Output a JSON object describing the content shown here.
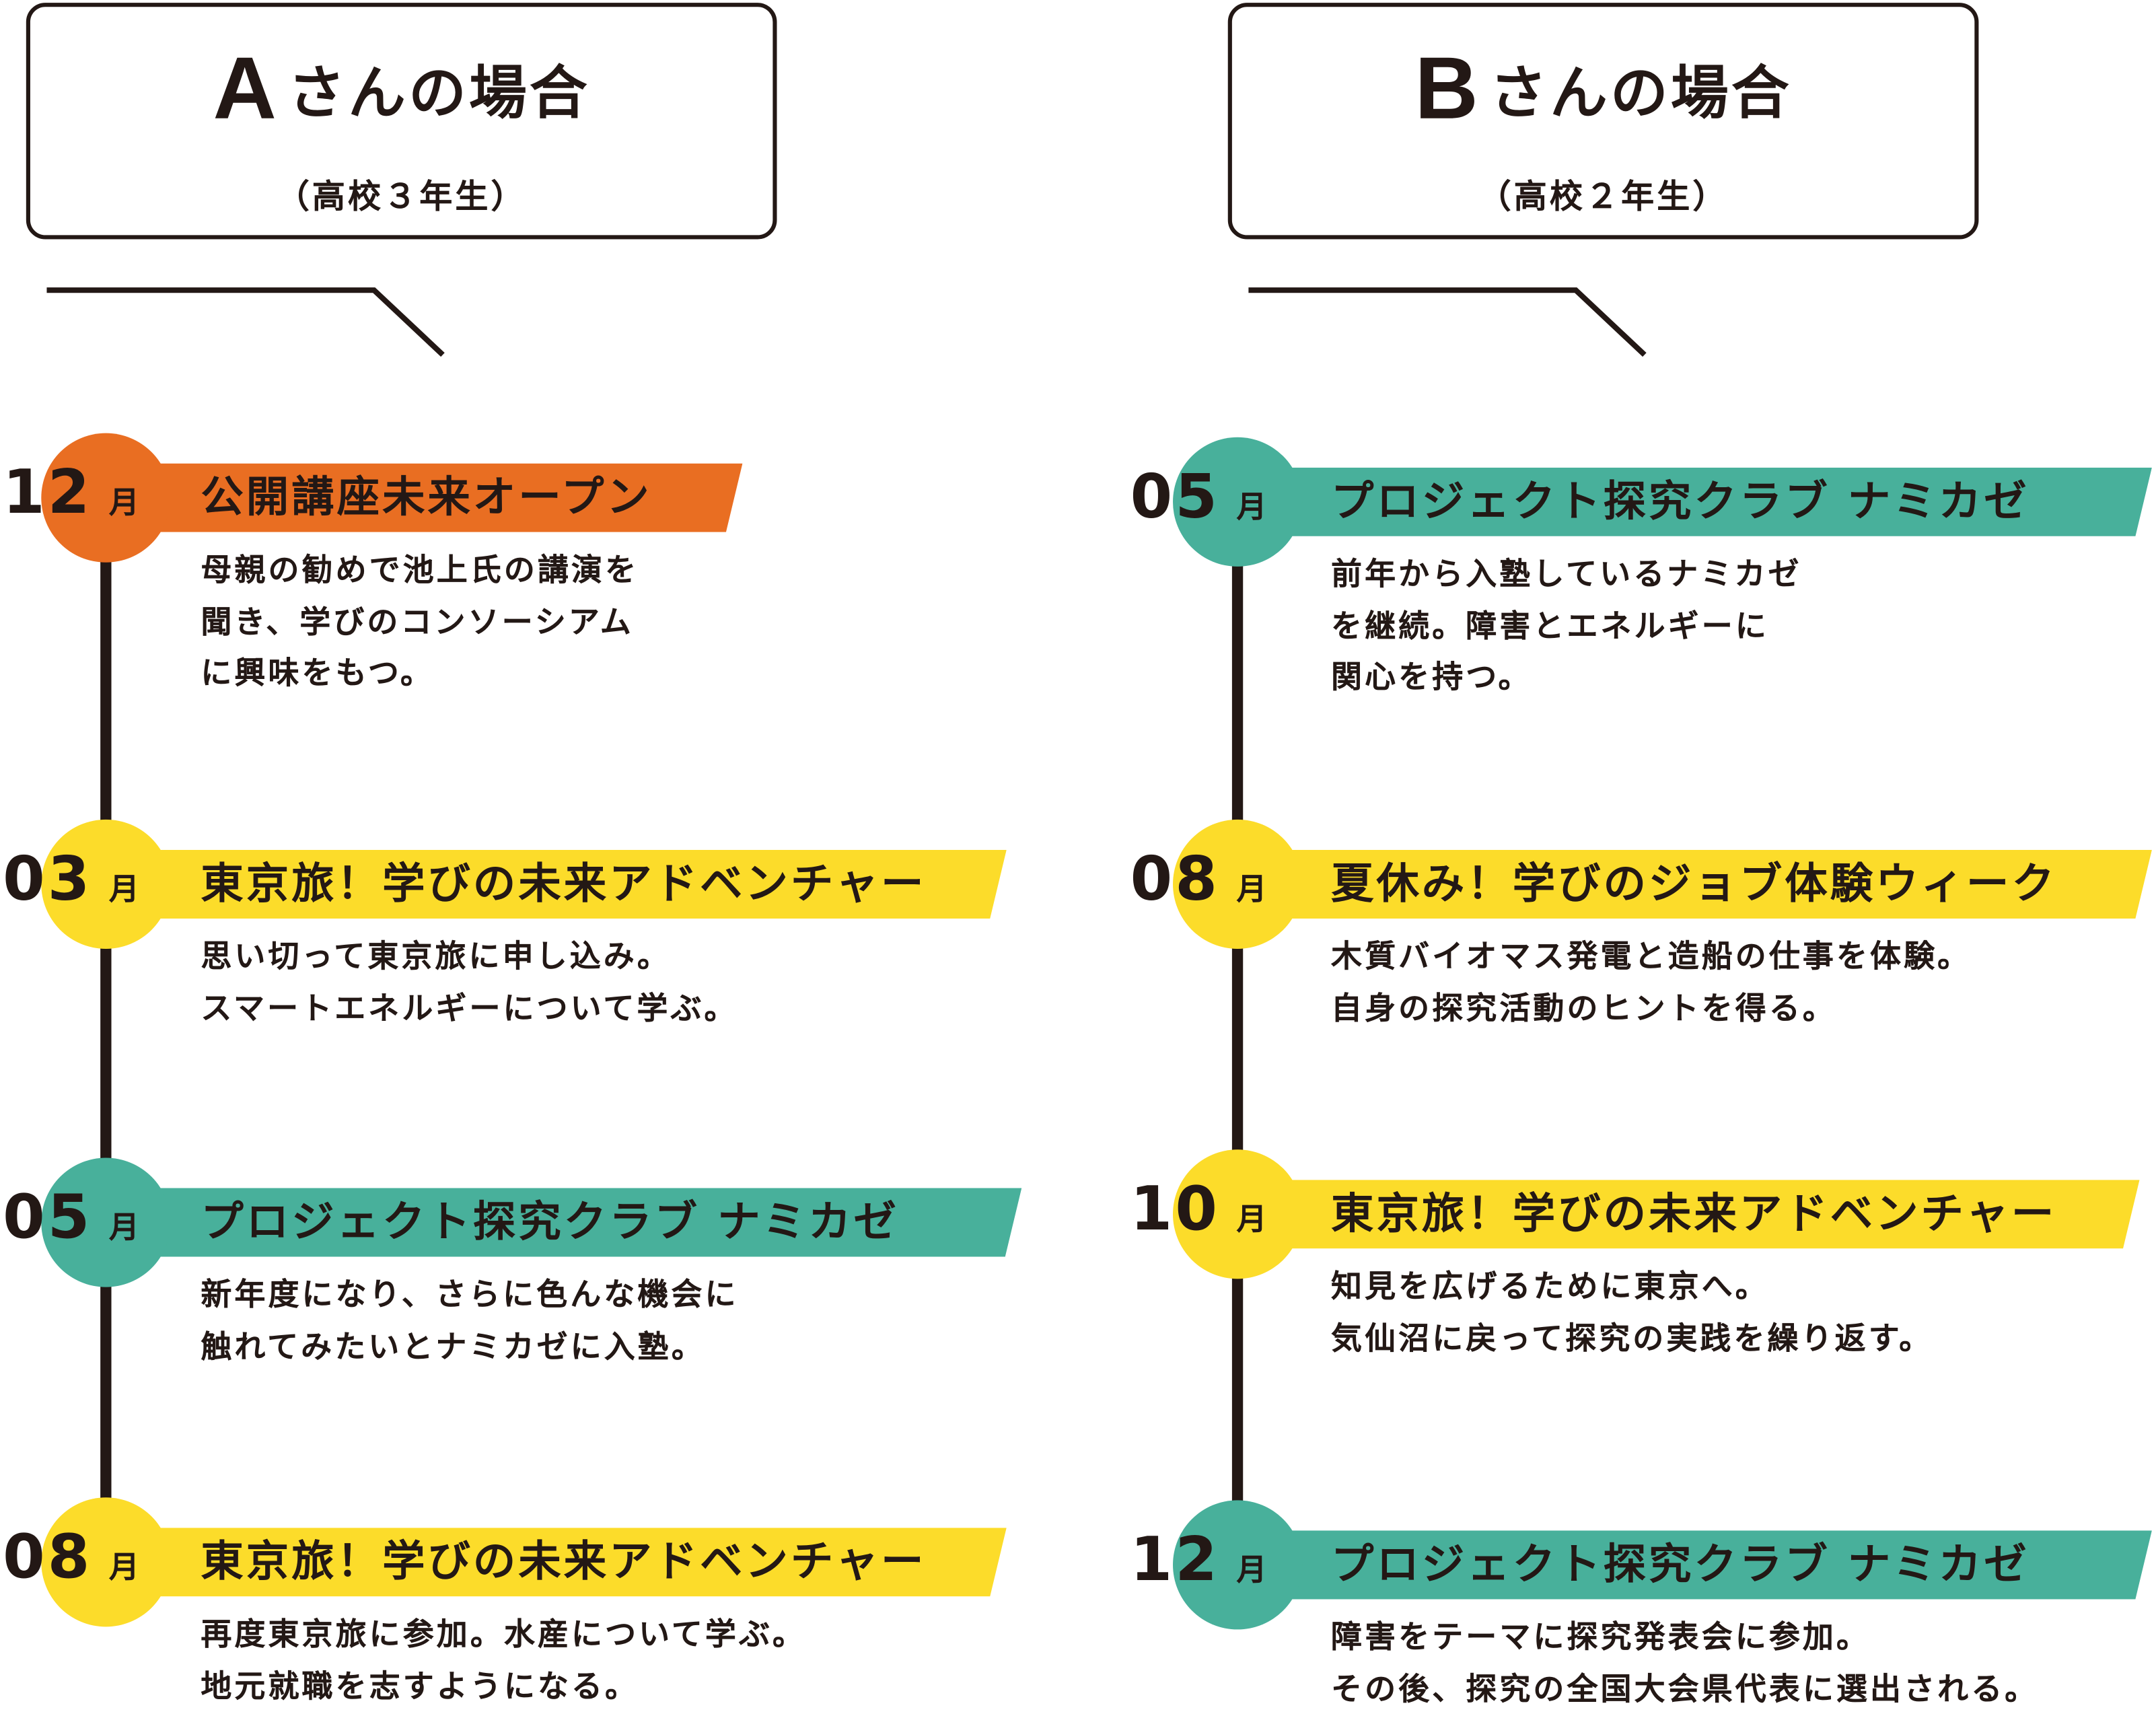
{
  "colors": {
    "orange": "#E96E22",
    "yellow": "#FCDC2A",
    "teal": "#48B09B",
    "ink": "#231815"
  },
  "persons": [
    {
      "letter": "A",
      "title_rest": "さんの場合",
      "grade": "（高校３年生）",
      "events": [
        {
          "month_num": "12",
          "month_unit": "月",
          "color": "orange",
          "title": "公開講座未来オープン",
          "lines": [
            "母親の勧めで池上氏の講演を",
            "聞き、学びのコンソーシアム",
            "に興味をもつ。"
          ]
        },
        {
          "month_num": "03",
          "month_unit": "月",
          "color": "yellow",
          "title": "東京旅！学びの未来アドベンチャー",
          "lines": [
            "思い切って東京旅に申し込み。",
            "スマートエネルギーについて学ぶ。"
          ]
        },
        {
          "month_num": "05",
          "month_unit": "月",
          "color": "teal",
          "title": "プロジェクト探究クラブ ナミカゼ",
          "lines": [
            "新年度になり、さらに色んな機会に",
            "触れてみたいとナミカゼに入塾。"
          ]
        },
        {
          "month_num": "08",
          "month_unit": "月",
          "color": "yellow",
          "title": "東京旅！学びの未来アドベンチャー",
          "lines": [
            "再度東京旅に参加。水産について学ぶ。",
            "地元就職を志すようになる。"
          ]
        }
      ]
    },
    {
      "letter": "B",
      "title_rest": "さんの場合",
      "grade": "（高校２年生）",
      "events": [
        {
          "month_num": "05",
          "month_unit": "月",
          "color": "teal",
          "title": "プロジェクト探究クラブ ナミカゼ",
          "lines": [
            "前年から入塾しているナミカゼ",
            "を継続。障害とエネルギーに",
            "関心を持つ。"
          ]
        },
        {
          "month_num": "08",
          "month_unit": "月",
          "color": "yellow",
          "title": "夏休み！学びのジョブ体験ウィーク",
          "lines": [
            "木質バイオマス発電と造船の仕事を体験。",
            "自身の探究活動のヒントを得る。"
          ]
        },
        {
          "month_num": "10",
          "month_unit": "月",
          "color": "yellow",
          "title": "東京旅！学びの未来アドベンチャー",
          "lines": [
            "知見を広げるために東京へ。",
            "気仙沼に戻って探究の実践を繰り返す。"
          ]
        },
        {
          "month_num": "12",
          "month_unit": "月",
          "color": "teal",
          "title": "プロジェクト探究クラブ ナミカゼ",
          "lines": [
            "障害をテーマに探究発表会に参加。",
            "その後、探究の全国大会県代表に選出される。"
          ]
        }
      ]
    }
  ]
}
